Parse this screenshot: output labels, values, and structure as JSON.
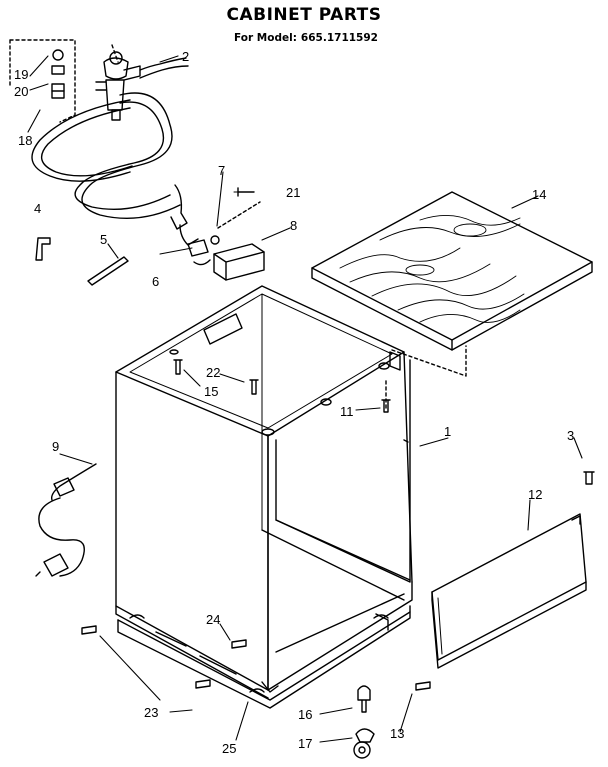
{
  "title": "CABINET PARTS",
  "subtitle_prefix": "For Model:",
  "model": "665.1711592",
  "callouts": [
    "1",
    "2",
    "3",
    "4",
    "5",
    "6",
    "7",
    "8",
    "9",
    "11",
    "12",
    "13",
    "14",
    "15",
    "16",
    "17",
    "18",
    "19",
    "20",
    "21",
    "22",
    "23",
    "24",
    "25"
  ]
}
